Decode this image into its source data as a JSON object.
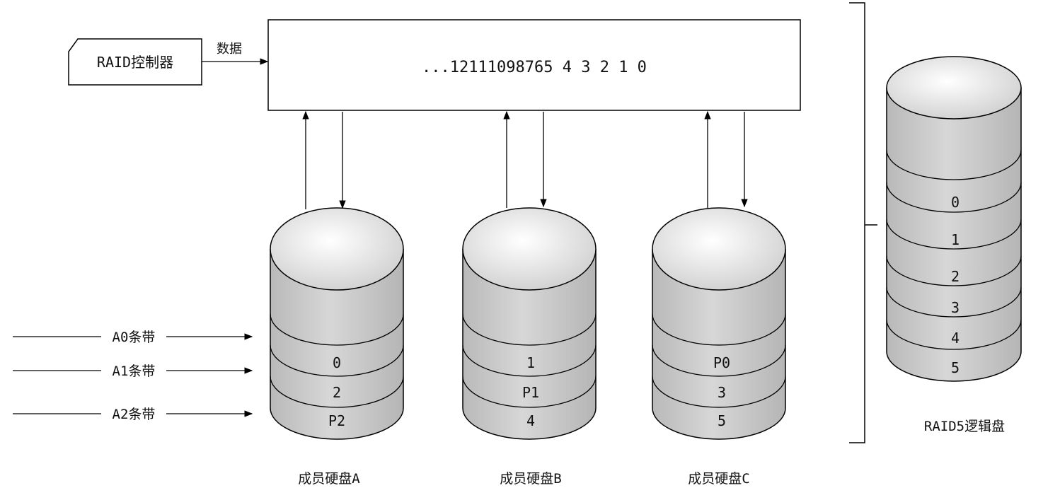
{
  "controller": {
    "label": "RAID控制器"
  },
  "data_label": "数据",
  "stream": {
    "text": "...12111098765 4 3 2 1 0"
  },
  "stripes": [
    "A0条带",
    "A1条带",
    "A2条带"
  ],
  "disks": [
    {
      "id": "A",
      "label": "成员硬盘A",
      "blocks": [
        "0",
        "2",
        "P2"
      ]
    },
    {
      "id": "B",
      "label": "成员硬盘B",
      "blocks": [
        "1",
        "P1",
        "4"
      ]
    },
    {
      "id": "C",
      "label": "成员硬盘C",
      "blocks": [
        "P0",
        "3",
        "5"
      ]
    }
  ],
  "logical_disk": {
    "label": "RAID5逻辑盘",
    "blocks": [
      "0",
      "1",
      "2",
      "3",
      "4",
      "5"
    ]
  },
  "colors": {
    "cylinder_body": "#c9c9c9",
    "cylinder_top": "#ececec",
    "line": "#000000"
  }
}
